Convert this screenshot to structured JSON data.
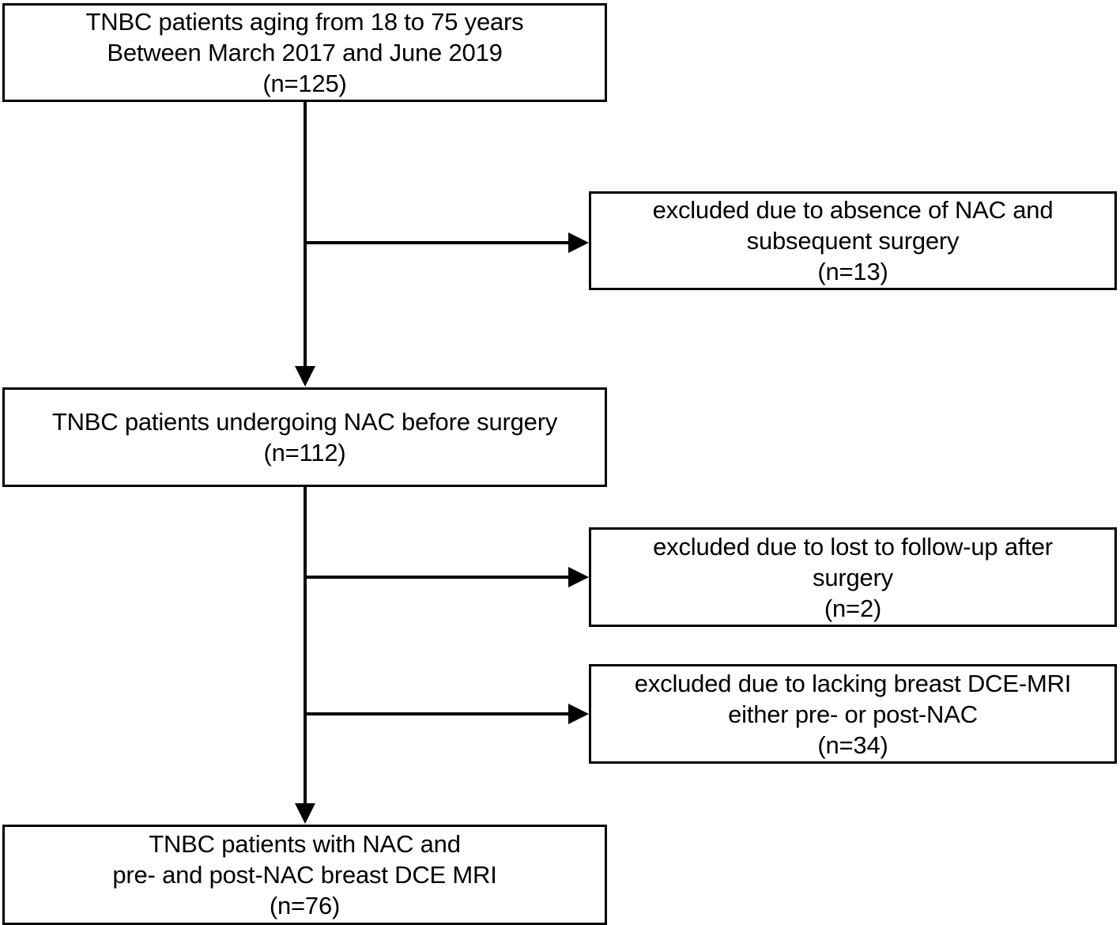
{
  "chart_data": {
    "type": "diagram",
    "title": "TNBC patient selection flowchart",
    "nodes": [
      {
        "id": "enrolled",
        "role": "primary",
        "lines": [
          "TNBC patients aging from 18 to 75 years",
          "Between March 2017 and June 2019",
          "(n=125)"
        ],
        "n": 125
      },
      {
        "id": "excluded-1",
        "role": "exclusion",
        "lines": [
          "excluded due to absence of NAC and",
          "subsequent surgery",
          "(n=13)"
        ],
        "n": 13
      },
      {
        "id": "nac",
        "role": "primary",
        "lines": [
          "TNBC patients undergoing NAC before surgery",
          "(n=112)"
        ],
        "n": 112
      },
      {
        "id": "excluded-2",
        "role": "exclusion",
        "lines": [
          "excluded due to lost to follow-up after",
          "surgery",
          "(n=2)"
        ],
        "n": 2
      },
      {
        "id": "excluded-3",
        "role": "exclusion",
        "lines": [
          "excluded due to lacking breast DCE-MRI",
          "either pre- or post-NAC",
          "(n=34)"
        ],
        "n": 34
      },
      {
        "id": "final",
        "role": "primary",
        "lines": [
          "TNBC patients with NAC and",
          "pre- and post-NAC breast DCE MRI",
          "(n=76)"
        ],
        "n": 76
      }
    ],
    "edges": [
      {
        "from": "enrolled",
        "to": "excluded-1",
        "direction": "right"
      },
      {
        "from": "enrolled",
        "to": "nac",
        "direction": "down"
      },
      {
        "from": "nac",
        "to": "excluded-2",
        "direction": "right"
      },
      {
        "from": "nac",
        "to": "excluded-3",
        "direction": "right"
      },
      {
        "from": "nac",
        "to": "final",
        "direction": "down"
      }
    ],
    "colors": {
      "stroke": "#000000",
      "fill": "#ffffff",
      "text": "#000000"
    }
  },
  "boxes": {
    "enrolled": {
      "line1": "TNBC patients aging from 18 to 75 years",
      "line2": "Between March 2017 and June 2019",
      "line3": "(n=125)"
    },
    "excluded_1": {
      "line1": "excluded due to absence of NAC and",
      "line2": "subsequent surgery",
      "line3": "(n=13)"
    },
    "nac": {
      "line1": "TNBC patients undergoing NAC before surgery",
      "line2": "(n=112)"
    },
    "excluded_2": {
      "line1": "excluded due to lost to follow-up after",
      "line2": "surgery",
      "line3": "(n=2)"
    },
    "excluded_3": {
      "line1": "excluded due to lacking breast DCE-MRI",
      "line2": "either pre- or post-NAC",
      "line3": "(n=34)"
    },
    "final": {
      "line1": "TNBC patients with NAC and",
      "line2": "pre- and post-NAC breast DCE MRI",
      "line3": "(n=76)"
    }
  }
}
